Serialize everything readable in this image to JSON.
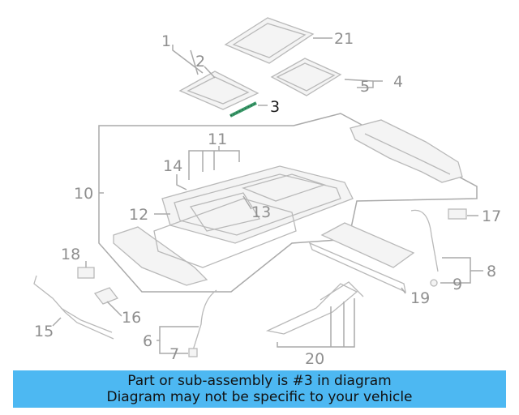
{
  "callouts": {
    "c1": "1",
    "c2": "2",
    "c3": "3",
    "c4": "4",
    "c5": "5",
    "c6": "6",
    "c7": "7",
    "c8": "8",
    "c9": "9",
    "c10": "10",
    "c11": "11",
    "c12": "12",
    "c13": "13",
    "c14": "14",
    "c15": "15",
    "c16": "16",
    "c17": "17",
    "c18": "18",
    "c19": "19",
    "c20": "20",
    "c21": "21"
  },
  "highlighted_part": "3",
  "banner": {
    "line1": "Part or sub-assembly is #3 in diagram",
    "line2": "Diagram may not be specific to your vehicle"
  },
  "colors": {
    "banner_bg": "#4db8f2",
    "callout_text": "#8f8f8f",
    "highlight_text": "#1a1a1a",
    "highlight_part": "#3a9a6a"
  }
}
